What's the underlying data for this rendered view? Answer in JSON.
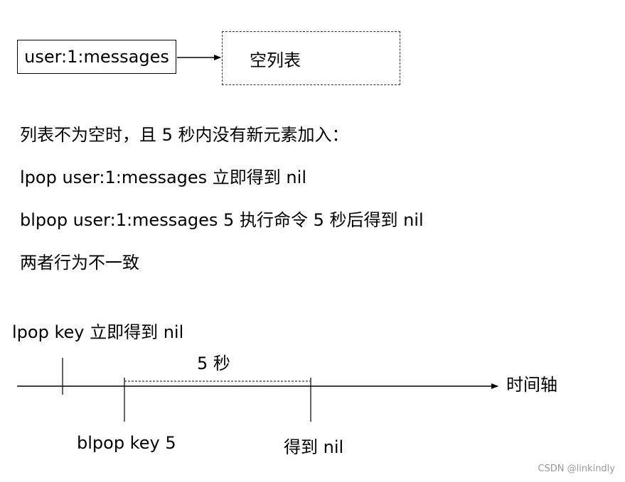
{
  "diagram": {
    "key_label": "user:1:messages",
    "empty_list_label": "空列表"
  },
  "description": {
    "lines": [
      "列表不为空时，且 5 秒内没有新元素加入：",
      "lpop user:1:messages 立即得到 nil",
      "blpop user:1:messages 5 执行命令 5 秒后得到 nil",
      "两者行为不一致"
    ]
  },
  "timeline": {
    "lpop_label": "lpop key 立即得到 nil",
    "duration_label": "5 秒",
    "axis_label": "时间轴",
    "blpop_label": "blpop key 5",
    "result_label": "得到 nil"
  },
  "watermark": "CSDN @linkindly"
}
